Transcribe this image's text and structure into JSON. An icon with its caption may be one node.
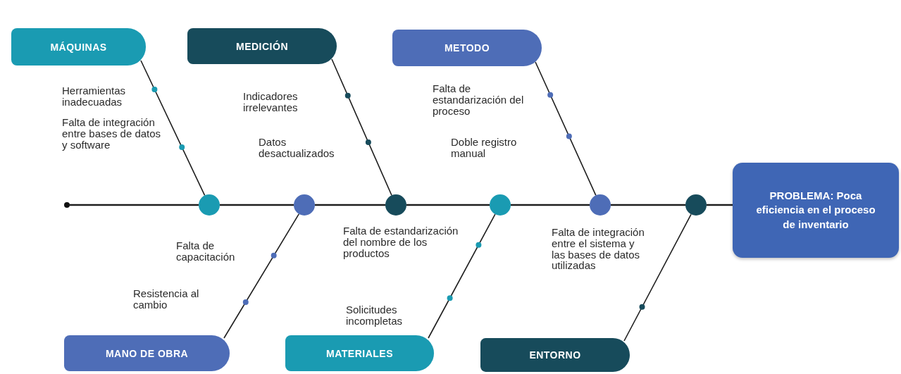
{
  "diagram": {
    "nodes": [
      {
        "text": [
          "MÁQUINAS"
        ]
      },
      {
        "text": [
          "MEDICIÓN"
        ]
      },
      {
        "text": [
          "METODO"
        ]
      },
      {
        "text": [
          "PROBLEMA: Poca eficiencia en el proceso de inventario"
        ]
      },
      {
        "text": [],
        "shape": "circle"
      },
      {
        "text": [],
        "shape": "circle"
      },
      {
        "text": [],
        "shape": "circle"
      },
      {
        "text": [],
        "shape": "circle"
      },
      {
        "text": [],
        "shape": "circle"
      },
      {
        "text": [],
        "shape": "circle"
      },
      {
        "text": [],
        "shape": "circle"
      },
      {
        "text": [
          "MANO DE OBRA"
        ]
      },
      {
        "text": [
          "MATERIALES"
        ]
      },
      {
        "text": [
          "ENTORNO"
        ]
      }
    ],
    "edges": [
      {
        "from": 4,
        "to": 5,
        "arrow": "none"
      },
      {
        "from": 5,
        "to": 6,
        "arrow": "none"
      },
      {
        "from": 6,
        "to": 7,
        "arrow": "none"
      },
      {
        "from": 7,
        "to": 8,
        "arrow": "none"
      },
      {
        "from": 8,
        "to": 9,
        "arrow": "none"
      },
      {
        "from": 9,
        "to": 10,
        "arrow": "none"
      },
      {
        "from": 10,
        "to": 3,
        "arrow": "none"
      },
      {
        "from": 0,
        "to": 5,
        "arrow": "none"
      },
      {
        "from": 11,
        "to": 6,
        "arrow": "none"
      },
      {
        "from": 1,
        "to": 7,
        "arrow": "none"
      },
      {
        "from": 12,
        "to": 8,
        "arrow": "none"
      },
      {
        "from": 2,
        "to": 9,
        "arrow": "none"
      },
      {
        "from": 13,
        "to": 10,
        "arrow": "none"
      }
    ],
    "labels": [
      "Herramientas inadecuadas",
      "Indicadores irrelevantes",
      "Falta de estandarización del proceso",
      "Falta de integración entre bases de datos y software",
      "Datos desactualizados",
      "Doble registro manual",
      "Falta de capacitación",
      "Falta de estandarización del nombre de los productos",
      "Falta de integración entre el sistema y las bases de datos utilizadas",
      "Resistencia al cambio",
      "Solicitudes incompletas"
    ]
  }
}
